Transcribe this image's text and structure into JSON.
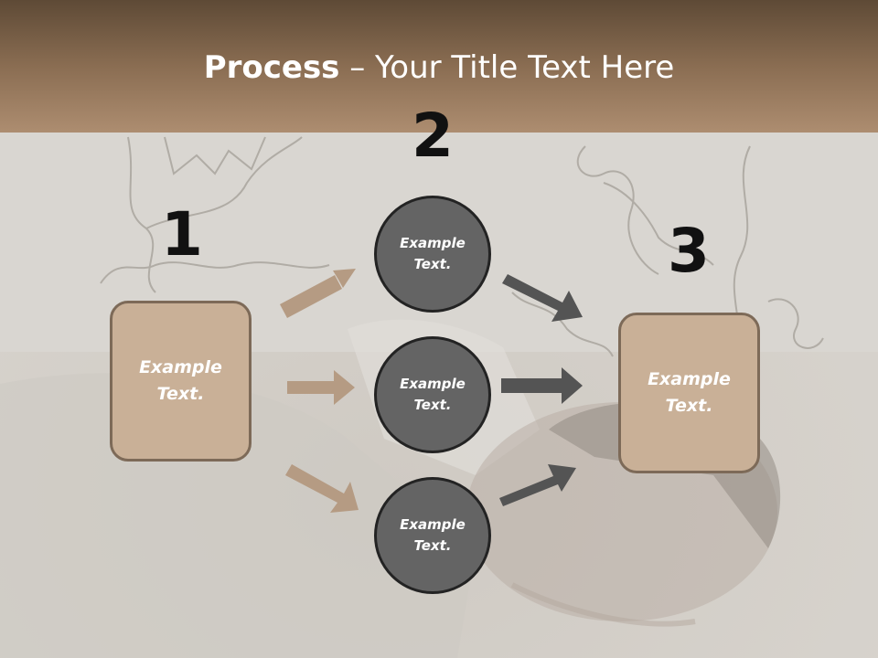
{
  "slide": {
    "title_bold": "Process",
    "title_rest": " – Your Title Text Here"
  },
  "steps": {
    "num1": "1",
    "num2": "2",
    "num3": "3"
  },
  "boxes": {
    "left": [
      "Example",
      "Text."
    ],
    "right": [
      "Example",
      "Text."
    ]
  },
  "circles": {
    "top": [
      "Example",
      "Text."
    ],
    "middle": [
      "Example",
      "Text."
    ],
    "bottom": [
      "Example",
      "Text."
    ]
  },
  "colors": {
    "header_top": "#5e4a36",
    "header_bottom": "#ad8d70",
    "box_fill": "#c9b097",
    "circle_fill": "#646464",
    "tan_arrow": "#b59b83",
    "dark_arrow": "#545454"
  }
}
